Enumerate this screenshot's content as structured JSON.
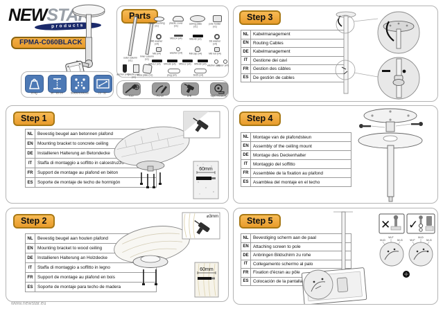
{
  "brand": {
    "logo_primary": "NEW",
    "logo_secondary": "STAR",
    "logo_tagline": "products",
    "model_badge": "FPMA-C060BLACK",
    "website": "www.newstar.eu"
  },
  "spec_icons": [
    {
      "name": "max-weight",
      "label": "20 kg"
    },
    {
      "name": "height-range",
      "label": "30 - 85 cm"
    },
    {
      "name": "vesa-pattern",
      "label": "50x50/100x100"
    },
    {
      "name": "screen-size",
      "label": "23 - 52\""
    }
  ],
  "parts": {
    "title": "Parts",
    "items": [
      {
        "label": "plastic bushing (x1)"
      },
      {
        "label": "plastic cover (x1)"
      },
      {
        "label": "ceiling plate (x1)"
      },
      {
        "label": "pole holder (x1)"
      },
      {
        "label": "M6 washer (x4)"
      },
      {
        "label": "M6x14 (x4)"
      },
      {
        "label": "M8x40 (x4)"
      },
      {
        "label": "D8 washer (x4)"
      },
      {
        "label": "M8 (x4)"
      },
      {
        "label": "washer (x4)"
      },
      {
        "label": "M8 cap (x4)"
      },
      {
        "label": "M8 nut (x4)"
      },
      {
        "label": "outer column (x1)"
      },
      {
        "label": "inner column (x1)"
      },
      {
        "label": "anchor (x4)"
      },
      {
        "label": "plastic part (x1)"
      },
      {
        "label": "vesa plate (x1)"
      },
      {
        "label": "M4x12 (x4)"
      },
      {
        "label": "M4x30 (x4)"
      },
      {
        "label": "M5x12 (x4)"
      },
      {
        "label": "M5x30 (x4)"
      },
      {
        "label": "washer (x4)"
      },
      {
        "label": "spacer (x4)"
      },
      {
        "label": "plug (x4)"
      },
      {
        "label": "6x35 (x4)"
      }
    ],
    "tools": [
      {
        "name": "screwdriver",
        "label": "Tool"
      },
      {
        "name": "pencil",
        "label": "Pencil"
      },
      {
        "name": "drill",
        "label": "Drill"
      },
      {
        "name": "tape-measure",
        "label": "Tape measure"
      }
    ]
  },
  "steps": [
    {
      "title": "Step 1",
      "annotation": "60mm",
      "rows": [
        {
          "code": "NL",
          "text": "Bevestig beugel aan betonnen plafond"
        },
        {
          "code": "EN",
          "text": "Mounting bracket to concrete ceiling"
        },
        {
          "code": "DE",
          "text": "Installieren Halterung an Betondecke"
        },
        {
          "code": "IT",
          "text": "Staffa di montaggio a soffitto in calcestruzzo"
        },
        {
          "code": "FR",
          "text": "Support de montage au plafond en béton"
        },
        {
          "code": "ES",
          "text": "Soporte de montaje de techo de hormigón"
        }
      ]
    },
    {
      "title": "Step 2",
      "annotation": "60mm",
      "annotation_drill": "⌀3mm",
      "rows": [
        {
          "code": "NL",
          "text": "Bevestig beugel aan houten plafond"
        },
        {
          "code": "EN",
          "text": "Mounting bracket to wood ceiling"
        },
        {
          "code": "DE",
          "text": "Installieren Halterung an Holzdecke"
        },
        {
          "code": "IT",
          "text": "Staffa di montaggio a soffitto in legno"
        },
        {
          "code": "FR",
          "text": "Support de montage au plafond en bois"
        },
        {
          "code": "ES",
          "text": "Soporte de montaje para techo de madera"
        }
      ]
    },
    {
      "title": "Step 3",
      "rows": [
        {
          "code": "NL",
          "text": "Kabelmanagement"
        },
        {
          "code": "EN",
          "text": "Routing Cables"
        },
        {
          "code": "DE",
          "text": "Kabelmanagement"
        },
        {
          "code": "IT",
          "text": "Gestione dei cavi"
        },
        {
          "code": "FR",
          "text": "Gestion des câbles"
        },
        {
          "code": "ES",
          "text": "De gestión de cables"
        }
      ]
    },
    {
      "title": "Step 4",
      "rows": [
        {
          "code": "NL",
          "text": "Montage van de plafondsteun"
        },
        {
          "code": "EN",
          "text": "Assembly of the ceiling mount"
        },
        {
          "code": "DE",
          "text": "Montage des Deckenhalter"
        },
        {
          "code": "IT",
          "text": "Montaggio del soffitto"
        },
        {
          "code": "FR",
          "text": "Assemblée de la fixation au plafond"
        },
        {
          "code": "ES",
          "text": "Asamblea del montaje en el techo"
        }
      ]
    },
    {
      "title": "Step 5",
      "wrong_mark": "✕",
      "right_mark": "✓",
      "vesa_labels": [
        "M-D",
        "W-F",
        "M-G"
      ],
      "rows": [
        {
          "code": "NL",
          "text": "Bevestiging scherm aan de paal"
        },
        {
          "code": "EN",
          "text": "Attaching screen to pole"
        },
        {
          "code": "DE",
          "text": "Anbringen Bildschirm zu rohe"
        },
        {
          "code": "IT",
          "text": "Collegamento schermo al palo"
        },
        {
          "code": "FR",
          "text": "Fixation d'écran au pôle"
        },
        {
          "code": "ES",
          "text": "Colocación de la pantalla a polo"
        }
      ]
    }
  ]
}
